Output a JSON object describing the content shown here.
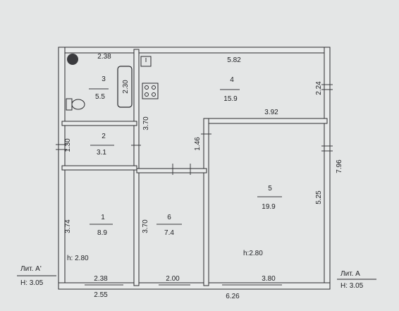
{
  "rooms": [
    {
      "id": "1",
      "number": "1",
      "area": "8.9"
    },
    {
      "id": "2",
      "number": "2",
      "area": "3.1"
    },
    {
      "id": "3",
      "number": "3",
      "area": "5.5"
    },
    {
      "id": "4",
      "number": "4",
      "area": "15.9"
    },
    {
      "id": "5",
      "number": "5",
      "area": "19.9"
    },
    {
      "id": "6",
      "number": "6",
      "area": "7.4"
    }
  ],
  "dimensions": {
    "top_left": "2.38",
    "top_right": "5.82",
    "bath_fixture": "2.30",
    "kitchen_height": "2.24",
    "room5_width": "3.92",
    "corridor_height": "3.70",
    "room2_height": "1.30",
    "hall_height": "1.46",
    "right_total": "7.96",
    "room5_height": "5.25",
    "room1_height": "3.74",
    "room6_height": "3.70",
    "room1_width": "2.38",
    "room6_width": "2.00",
    "room5_bottom": "3.80",
    "bottom_left": "2.55",
    "bottom_total": "6.26"
  },
  "heights": {
    "left": "h: 2.80",
    "right": "h:2.80"
  },
  "legends": {
    "left_title": "Лит. А'",
    "left_height": "Н: 3.05",
    "right_title": "Лит. А",
    "right_height": "Н: 3.05"
  }
}
